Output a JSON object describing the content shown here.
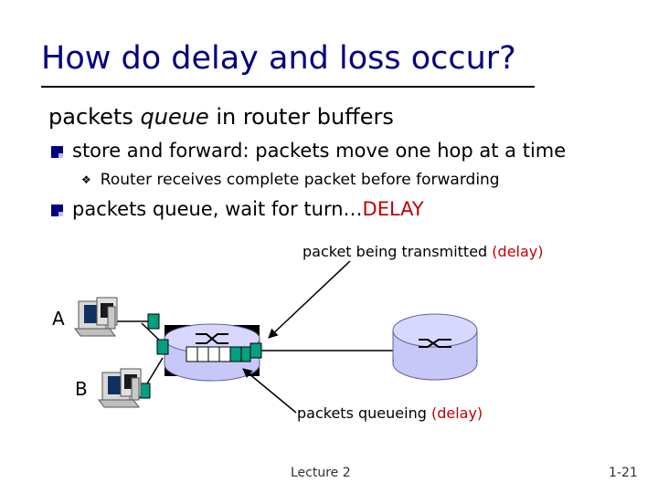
{
  "slide": {
    "title": "How do delay and loss occur?",
    "subtitle_prefix": "packets ",
    "subtitle_italic": "queue",
    "subtitle_suffix": " in router buffers",
    "bullets": [
      {
        "text": "store and forward: packets move one hop at a time"
      },
      {
        "text": "Router receives complete packet before forwarding"
      },
      {
        "text_prefix": "packets queue, wait for turn…",
        "text_highlight": "DELAY"
      }
    ]
  },
  "diagram": {
    "transmitted_label": "packet being transmitted",
    "transmitted_delay": "(delay)",
    "queueing_label": "packets queueing",
    "queueing_delay": "(delay)",
    "host_a": "A",
    "host_b": "B"
  },
  "footer": {
    "center": "Lecture 2",
    "page": "1-21"
  },
  "colors": {
    "title": "#000080",
    "highlight": "#c00000",
    "packet": "#00a080",
    "router": "#c8c8f8"
  }
}
